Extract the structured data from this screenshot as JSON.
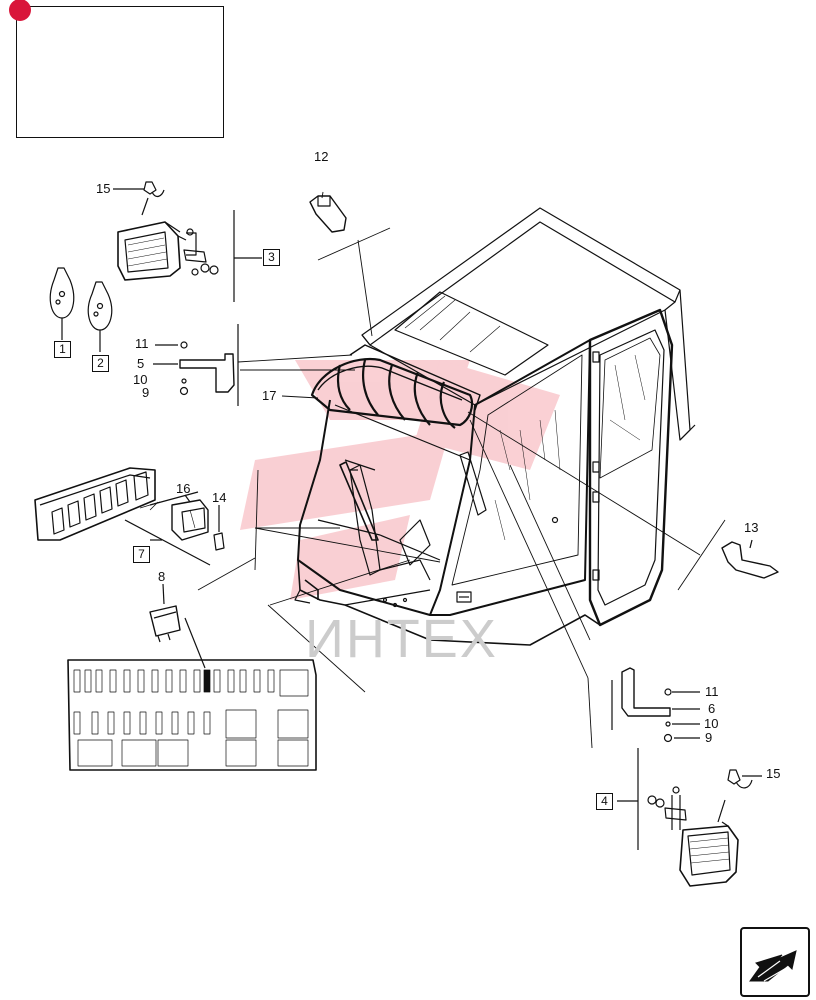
{
  "diagram": {
    "callouts": {
      "c1": "1",
      "c2": "2",
      "c3": "3",
      "c4": "4",
      "c5": "5",
      "c6": "6",
      "c7": "7",
      "c8": "8",
      "c9a": "9",
      "c9b": "9",
      "c10a": "10",
      "c10b": "10",
      "c11a": "11",
      "c11b": "11",
      "c12": "12",
      "c13": "13",
      "c14": "14",
      "c15a": "15",
      "c15b": "15",
      "c16": "16",
      "c17": "17"
    },
    "watermark": "ИНТЕХ",
    "colors": {
      "badge": "#d9163a",
      "watermark_red": "#e8283c",
      "line": "#111111"
    }
  },
  "nav": {
    "icon": "arrow-next-icon"
  }
}
